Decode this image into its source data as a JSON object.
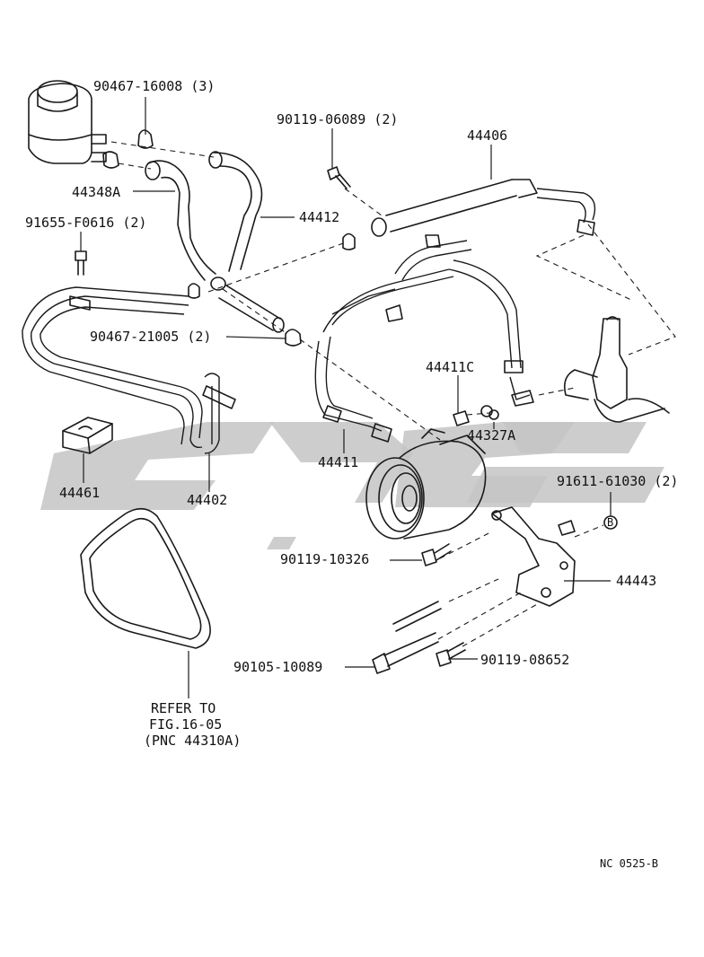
{
  "diagram": {
    "labels": {
      "p_90467_16008": "90467-16008 (3)",
      "p_90119_06089": "90119-06089 (2)",
      "p_44406": "44406",
      "p_44348A": "44348A",
      "p_44412": "44412",
      "p_91655_F0616": "91655-F0616 (2)",
      "p_90467_21005": "90467-21005 (2)",
      "p_44411C": "44411C",
      "p_44327A": "44327A",
      "p_44411": "44411",
      "p_44461": "44461",
      "p_44402": "44402",
      "p_91611_61030": "91611-61030 (2)",
      "p_90119_10326": "90119-10326",
      "p_44443": "44443",
      "p_90105_10089": "90105-10089",
      "p_90119_08652": "90119-08652",
      "refer_line1": "REFER TO",
      "refer_line2": "FIG.16-05",
      "refer_line3": "(PNC 44310A)",
      "ref_marker": "B",
      "figure_code": "NC 0525-B"
    }
  }
}
